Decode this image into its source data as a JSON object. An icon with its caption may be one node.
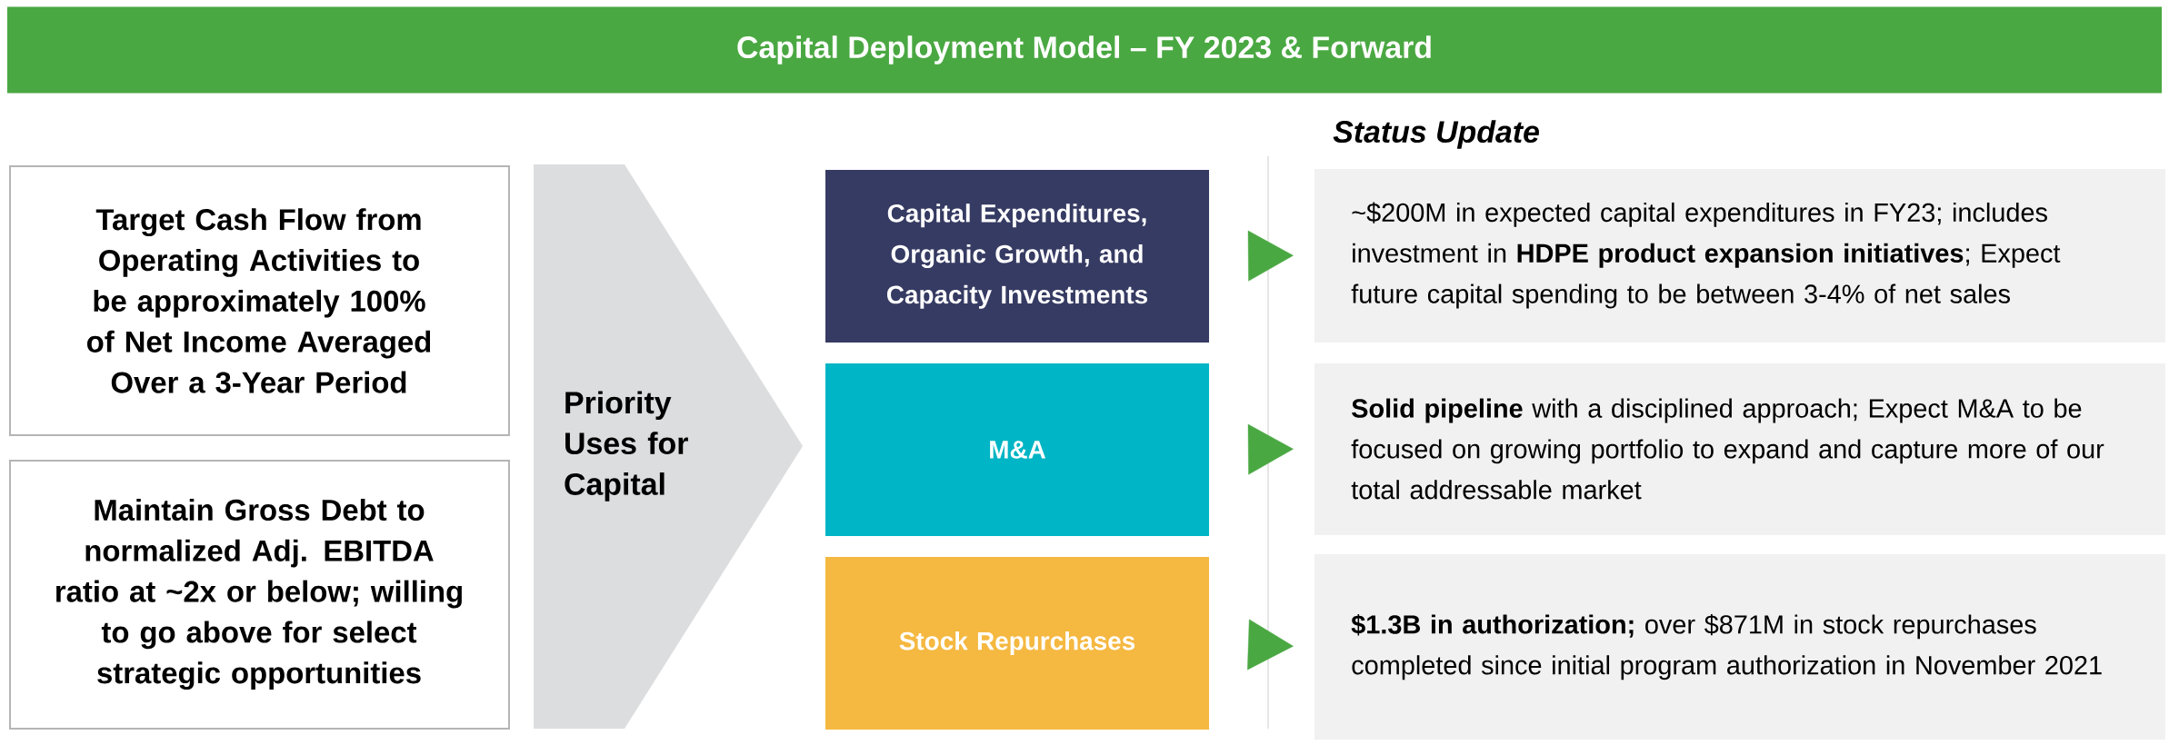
{
  "diagram": {
    "title": "Capital Deployment Model – FY 2023 & Forward",
    "nodes": [
      {
        "text": [
          "Target Cash Flow from Operating Activities to be approximately 100% of Net Income Averaged Over a 3-Year Period"
        ]
      },
      {
        "text": [
          "Maintain Gross Debt to normalized Adj. EBITDA ratio at ~2x or below; willing to go above for select strategic opportunities"
        ]
      },
      {
        "text": [
          "Priority Uses for Capital"
        ]
      },
      {
        "text": [
          "Capital Expenditures, Organic Growth, and Capacity Investments"
        ]
      },
      {
        "text": [
          "~$200M in expected capital expenditures in FY23; includes investment in **HDPE product expansion initiatives**; Expect future capital spending to be between 3-4% of net sales"
        ]
      },
      {
        "text": [
          "M&A"
        ]
      },
      {
        "text": [
          "**Solid pipeline** with a disciplined approach; Expect M&A to be focused on growing portfolio to expand and capture more of our total addressable market"
        ]
      },
      {
        "text": [
          "Stock Repurchases"
        ]
      },
      {
        "text": [
          "**$1.3B in authorization;** over $871M in stock repurchases completed since initial program authorization in November 2021"
        ]
      }
    ],
    "edges": [
      {
        "from": 3,
        "to": 4,
        "arrow": "to"
      },
      {
        "from": 5,
        "to": 6,
        "arrow": "to"
      },
      {
        "from": 7,
        "to": 8,
        "arrow": "to"
      }
    ],
    "labels": [
      "Status Update"
    ]
  }
}
